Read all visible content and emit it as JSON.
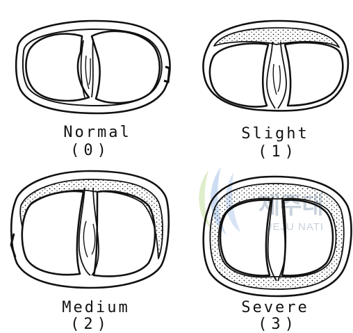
{
  "grades": [
    {
      "id": "normal",
      "label": "Normal",
      "score": "(0)"
    },
    {
      "id": "slight",
      "label": "Slight",
      "score": "(1)"
    },
    {
      "id": "medium",
      "label": "Medium",
      "score": "(2)"
    },
    {
      "id": "severe",
      "label": "Severe",
      "score": "(3)"
    }
  ],
  "watermark": {
    "text_main": "제주대",
    "text_sub": "JEJU NATI"
  },
  "colors": {
    "ink": "#111111",
    "watermark_blue": "#5a8fd0",
    "watermark_green": "#8cc63f",
    "watermark_gray": "#c9d2dc"
  }
}
